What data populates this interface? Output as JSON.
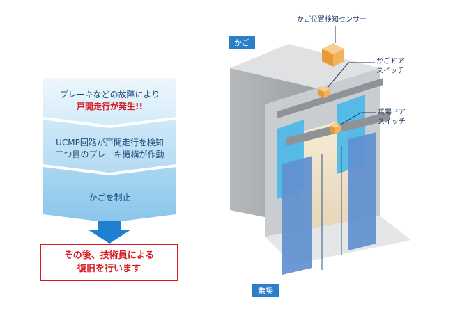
{
  "flow": {
    "step1": {
      "line1": "ブレーキなどの故障により",
      "line2": "戸開走行が発生!!"
    },
    "step2": {
      "line1": "UCMP回路が戸開走行を検知",
      "line2": "二つ目のブレーキ機構が作動"
    },
    "step3": {
      "line1": "かごを制止"
    },
    "result": {
      "line1": "その後、技術員による",
      "line2": "復旧を行います"
    }
  },
  "labels": {
    "cage": "かご",
    "landing": "乗場",
    "cage_position_sensor": "かご位置検知センサー",
    "cage_door_switch_line1": "かごドア",
    "cage_door_switch_line2": "スイッチ",
    "landing_door_switch_line1": "乗場ドア",
    "landing_door_switch_line2": "スイッチ"
  },
  "colors": {
    "accent_blue": "#2a7fc8",
    "warning_red": "#d8181f",
    "door_blue": "#5f8fcf",
    "cyan_panel": "#49b8e8",
    "sensor_orange": "#f2b35a"
  }
}
